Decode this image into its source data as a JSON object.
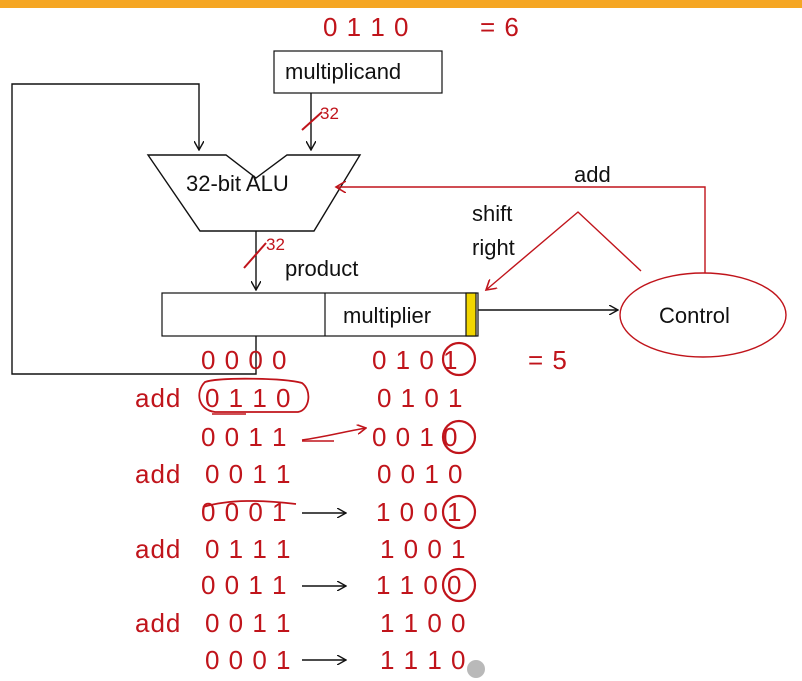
{
  "header": {
    "multiplicand_value": "0 1 1 0",
    "multiplicand_equals": "= 6"
  },
  "datapath": {
    "multiplicand_label": "multiplicand",
    "alu_label": "32-bit ALU",
    "product_label": "product",
    "multiplier_label": "multiplier",
    "control_label": "Control",
    "add_label": "add",
    "shift_label": "shift",
    "right_label": "right",
    "annotation_32_top": "32",
    "annotation_32_bottom": "32"
  },
  "trace": {
    "multiplier_equals": "= 5",
    "rows": [
      {
        "op": "",
        "left": "0 0 0 0",
        "right": "0 1 0 1"
      },
      {
        "op": "add",
        "left": "0 1 1 0",
        "right": "0 1 0 1"
      },
      {
        "op": "",
        "left": "0 0 1 1",
        "right": "0 0 1 0"
      },
      {
        "op": "add",
        "left": "0 0 1 1",
        "right": "0 0 1 0"
      },
      {
        "op": "",
        "left": "0 0 0 1",
        "right": "1 0 0 1"
      },
      {
        "op": "add",
        "left": "0 1 1 1",
        "right": "1 0 0 1"
      },
      {
        "op": "",
        "left": "0 0 1 1",
        "right": "1 1 0 0"
      },
      {
        "op": "add",
        "left": "0 0 1 1",
        "right": "1 1 0 0"
      },
      {
        "op": "",
        "left": "0 0 0 1",
        "right": "1 1 1 0"
      }
    ]
  },
  "colors": {
    "accent_bar": "#f5a623",
    "annotation_red": "#c0141b",
    "lsb_marker": "#f2d600"
  }
}
